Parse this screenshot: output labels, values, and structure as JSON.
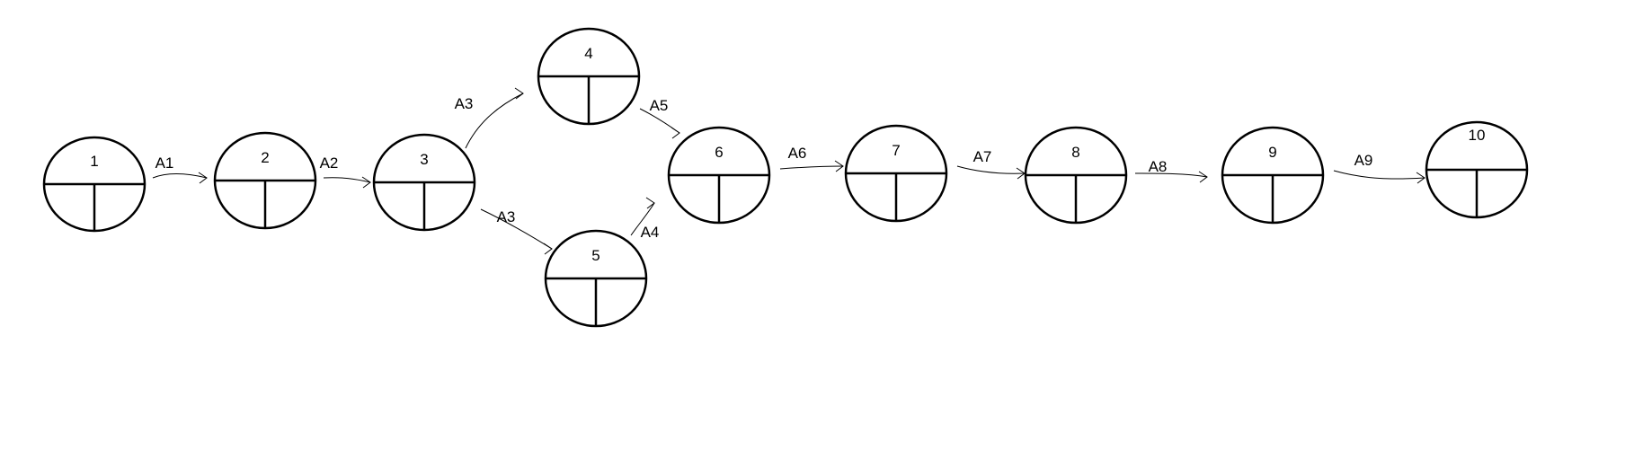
{
  "diagram": {
    "nodes": [
      {
        "id": "1",
        "label": "1"
      },
      {
        "id": "2",
        "label": "2"
      },
      {
        "id": "3",
        "label": "3"
      },
      {
        "id": "4",
        "label": "4"
      },
      {
        "id": "5",
        "label": "5"
      },
      {
        "id": "6",
        "label": "6"
      },
      {
        "id": "7",
        "label": "7"
      },
      {
        "id": "8",
        "label": "8"
      },
      {
        "id": "9",
        "label": "9"
      },
      {
        "id": "10",
        "label": "10"
      }
    ],
    "edges": [
      {
        "from": "1",
        "to": "2",
        "label": "A1"
      },
      {
        "from": "2",
        "to": "3",
        "label": "A2"
      },
      {
        "from": "3",
        "to": "4",
        "label": "A3"
      },
      {
        "from": "3",
        "to": "5",
        "label": "A3"
      },
      {
        "from": "4",
        "to": "6",
        "label": "A5"
      },
      {
        "from": "5",
        "to": "6",
        "label": "A4"
      },
      {
        "from": "6",
        "to": "7",
        "label": "A6"
      },
      {
        "from": "7",
        "to": "8",
        "label": "A7"
      },
      {
        "from": "8",
        "to": "9",
        "label": "A8"
      },
      {
        "from": "9",
        "to": "10",
        "label": "A9"
      }
    ]
  }
}
